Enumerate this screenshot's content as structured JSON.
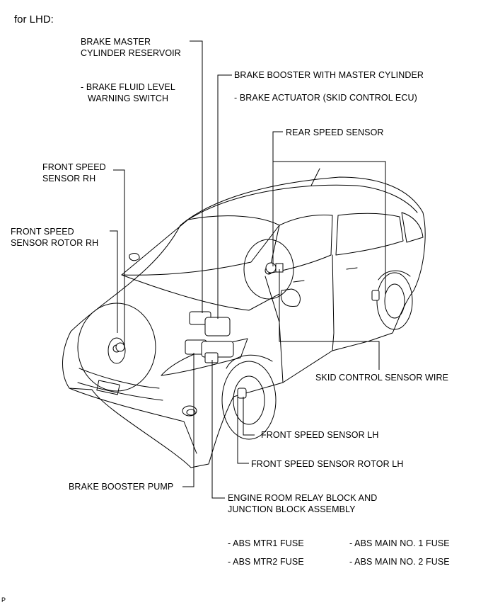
{
  "header": {
    "title": "for LHD:"
  },
  "labels": {
    "master_reservoir": [
      "BRAKE MASTER",
      "CYLINDER RESERVOIR"
    ],
    "fluid_switch": [
      "- BRAKE FLUID LEVEL",
      "WARNING SWITCH"
    ],
    "booster": "BRAKE BOOSTER WITH MASTER CYLINDER",
    "actuator": "- BRAKE ACTUATOR (SKID CONTROL ECU)",
    "rear_speed_sensor": "REAR SPEED SENSOR",
    "front_sensor_rh": [
      "FRONT SPEED",
      "SENSOR RH"
    ],
    "front_rotor_rh": [
      "FRONT SPEED",
      "SENSOR ROTOR RH"
    ],
    "skid_wire": "SKID CONTROL SENSOR WIRE",
    "front_sensor_lh": "FRONT SPEED SENSOR LH",
    "front_rotor_lh": "FRONT SPEED SENSOR ROTOR LH",
    "booster_pump": "BRAKE BOOSTER PUMP",
    "relay_block": [
      "ENGINE ROOM RELAY BLOCK AND",
      "JUNCTION BLOCK ASSEMBLY"
    ],
    "fuses": [
      "- ABS MTR1 FUSE",
      "- ABS MTR2 FUSE",
      "- ABS MAIN NO. 1 FUSE",
      "- ABS MAIN NO. 2 FUSE"
    ]
  },
  "footer": {
    "mark": "P"
  }
}
